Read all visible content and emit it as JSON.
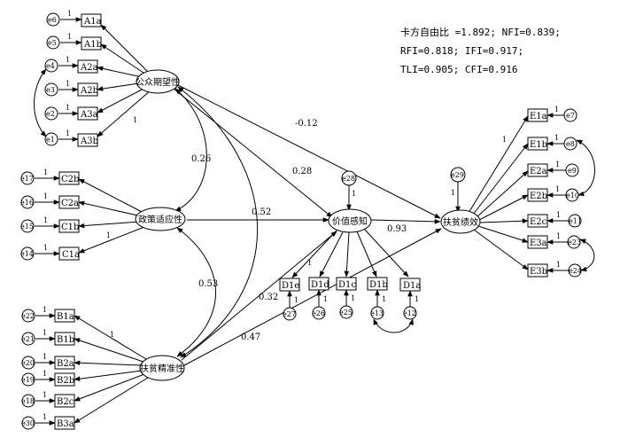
{
  "fit": {
    "line1": "卡方自由比 =1.892;   NFI=0.839;",
    "line2": "RFI=0.818;   IFI=0.917;",
    "line3": "TLI=0.905;   CFI=0.916"
  },
  "latents": {
    "gzqw": "公众期望性",
    "zcsy": "政策适应性",
    "fpjz": "扶贫精准性",
    "jzgz": "价值感知",
    "fpjx": "扶贫绩效"
  },
  "indicators": {
    "A": [
      "A1a",
      "A1b",
      "A2a",
      "A2b",
      "A3a",
      "A3b"
    ],
    "A_err": [
      "e6",
      "e5",
      "e4",
      "e3",
      "e2",
      "e1"
    ],
    "C": [
      "C2b",
      "C2a",
      "C1b",
      "C1a"
    ],
    "C_err": [
      "e17",
      "e16",
      "e15",
      "e14"
    ],
    "B": [
      "B1a",
      "B1b",
      "B2a",
      "B2b",
      "B2c",
      "B3a"
    ],
    "B_err": [
      "e22",
      "e21",
      "e20",
      "e19",
      "e18",
      "e30"
    ],
    "D": [
      "D1e",
      "D1d",
      "D1c",
      "D1b",
      "D1a"
    ],
    "D_err": [
      "e27",
      "e26",
      "e25",
      "e13",
      "e12"
    ],
    "E": [
      "E1a",
      "E1b",
      "E2a",
      "E2b",
      "E2c",
      "E3a",
      "E3b"
    ],
    "E_err": [
      "e7",
      "e8",
      "e9",
      "e10",
      "e11",
      "e23",
      "e24"
    ],
    "res_d": "e28",
    "res_e": "e29"
  },
  "coef": {
    "a_perf": "-0.12",
    "a_val": "0.28",
    "c_val": "0.52",
    "val_perf": "0.93",
    "a_c": "0.26",
    "c_b": "0.53",
    "a_b": "0.32",
    "b_perf": "0.47",
    "one": "1"
  }
}
